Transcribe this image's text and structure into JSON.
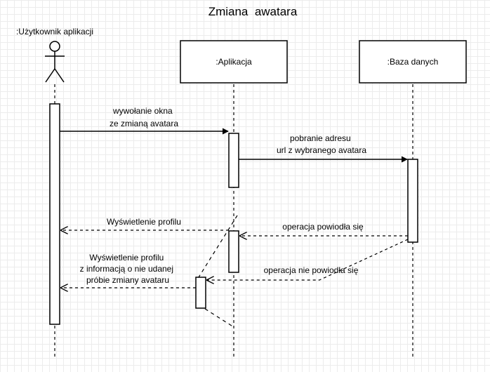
{
  "title": "Zmiana  awatara",
  "actors": {
    "user": ":Użytkownik aplikacji",
    "app": ":Aplikacja",
    "db": ":Baza danych"
  },
  "messages": {
    "open_window": [
      "wywołanie okna",
      "ze zmianą avatara"
    ],
    "fetch_url": [
      "pobranie adresu",
      "url z wybranego avatara"
    ],
    "show_profile": "Wyświetlenie profilu",
    "op_success": "operacja powiodła się",
    "show_profile_error": [
      "Wyświetlenie profilu",
      "z informacją o nie udanej",
      "próbie zmiany avataru"
    ],
    "op_failure": "operacja nie powiodła się"
  }
}
